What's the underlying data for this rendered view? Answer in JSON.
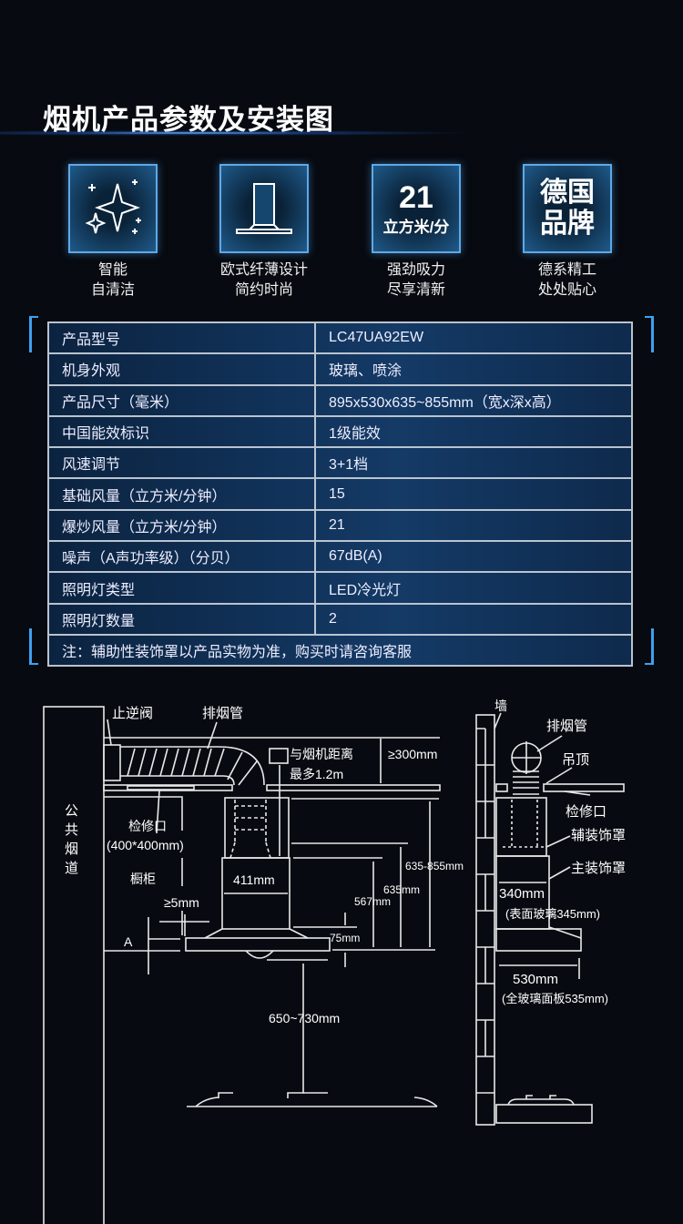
{
  "title": "烟机产品参数及安装图",
  "features": [
    {
      "icon": "sparkle-icon",
      "line1": "智能",
      "line2": "自清洁"
    },
    {
      "icon": "range-hood-icon",
      "line1": "欧式纤薄设计",
      "line2": "简约时尚"
    },
    {
      "icon_number": "21",
      "icon_unit": "立方米/分",
      "line1": "强劲吸力",
      "line2": "尽享清新"
    },
    {
      "icon_text1": "德国",
      "icon_text2": "品牌",
      "line1": "德系精工",
      "line2": "处处贴心"
    }
  ],
  "specs": [
    {
      "k": "产品型号",
      "v": "LC47UA92EW"
    },
    {
      "k": "机身外观",
      "v": "玻璃、喷涂"
    },
    {
      "k": "产品尺寸（毫米）",
      "v": "895x530x635~855mm（宽x深x高）"
    },
    {
      "k": "中国能效标识",
      "v": "1级能效"
    },
    {
      "k": "风速调节",
      "v": "3+1档"
    },
    {
      "k": "基础风量（立方米/分钟）",
      "v": "15"
    },
    {
      "k": "爆炒风量（立方米/分钟）",
      "v": "21"
    },
    {
      "k": "噪声（A声功率级）（分贝）",
      "v": "67dB(A)"
    },
    {
      "k": "照明灯类型",
      "v": "LED冷光灯"
    },
    {
      "k": "照明灯数量",
      "v": "2"
    }
  ],
  "note": "注：辅助性装饰罩以产品实物为准，购买时请咨询客服",
  "diagram": {
    "left": {
      "check_valve": "止逆阀",
      "exhaust_pipe": "排烟管",
      "socket": "与烟机距离",
      "socket2": "最多1.2m",
      "ceiling_gap": "≥300mm",
      "flue": "公共烟道",
      "access": "检修口",
      "access_size": "(400*400mm)",
      "cabinet": "橱柜",
      "gap": "≥5mm",
      "a": "A",
      "width": "411mm",
      "h1": "635-855mm",
      "h2": "635mm",
      "h3": "567mm",
      "h4": "75mm",
      "stove_dist": "650~730mm"
    },
    "right": {
      "wall": "墙",
      "exhaust_pipe": "排烟管",
      "ceiling": "吊顶",
      "access": "检修口",
      "aux_cover": "辅装饰罩",
      "main_cover": "主装饰罩",
      "depth1": "340mm",
      "depth1_note": "(表面玻璃345mm)",
      "depth2": "530mm",
      "depth2_note": "(全玻璃面板535mm)"
    }
  }
}
